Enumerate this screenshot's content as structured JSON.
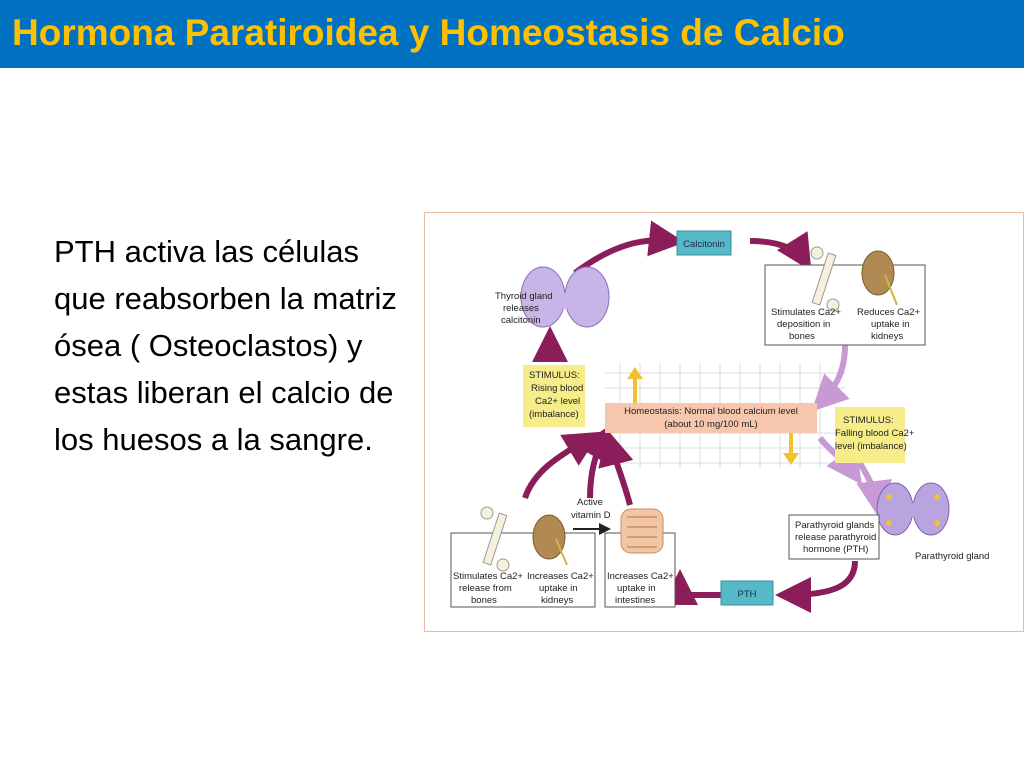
{
  "header": {
    "title": "Hormona Paratiroidea y Homeostasis de Calcio",
    "bg_color": "#0070c0",
    "title_color": "#ffc000"
  },
  "main": {
    "text": "PTH activa las células que reabsorben la matriz ósea ( Osteoclastos) y estas liberan el calcio de los huesos a la sangre."
  },
  "diagram": {
    "calcitonin": "Calcitonin",
    "pth": "PTH",
    "thyroid": [
      "Thyroid gland",
      "releases",
      "calcitonin"
    ],
    "stim_ca_dep": [
      "Stimulates Ca2+",
      "deposition in",
      "bones"
    ],
    "reduces_ca": [
      "Reduces Ca2+",
      "uptake in",
      "kidneys"
    ],
    "stimulus_rising": [
      "STIMULUS:",
      "Rising blood",
      "Ca2+ level",
      "(imbalance)"
    ],
    "homeostasis": [
      "Homeostasis: Normal blood calcium level",
      "(about 10 mg/100 mL)"
    ],
    "stimulus_falling": [
      "STIMULUS:",
      "Falling blood Ca2+",
      "level (imbalance)"
    ],
    "parathyroid_release": [
      "Parathyroid glands",
      "release parathyroid",
      "hormone (PTH)"
    ],
    "parathyroid_gland": "Parathyroid gland",
    "active_vitd": [
      "Active",
      "vitamin D"
    ],
    "stim_ca_release": [
      "Stimulates Ca2+",
      "release from",
      "bones"
    ],
    "increases_kidneys": [
      "Increases Ca2+",
      "uptake in",
      "kidneys"
    ],
    "increases_intestines": [
      "Increases Ca2+",
      "uptake in",
      "intestines"
    ]
  }
}
